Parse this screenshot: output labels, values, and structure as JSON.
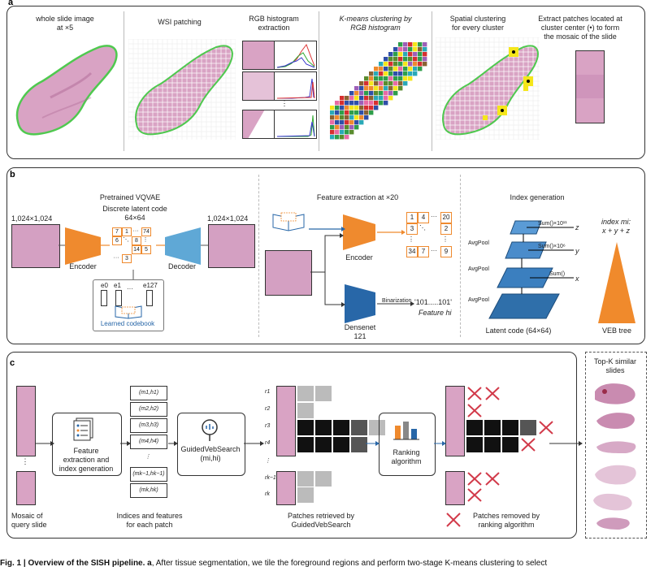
{
  "panels": {
    "a": {
      "label": "a",
      "steps": [
        {
          "title": "whole slide image\nat ×5"
        },
        {
          "title": "WSI patching"
        },
        {
          "title": "RGB histogram\nextraction"
        },
        {
          "title": "K-means clustering by\nRGB histogram"
        },
        {
          "title": "Spatial clustering\nfor every cluster"
        },
        {
          "title": "Extract patches located at\ncluster center (•) to form\nthe mosaic of the slide"
        }
      ],
      "ellipsis": "⋮"
    },
    "b": {
      "label": "b",
      "vqvae_title": "Pretrained VQVAE",
      "input_size": "1,024×1,024",
      "output_size": "1,024×1,024",
      "encoder": "Encoder",
      "decoder": "Decoder",
      "latent_title": "Discrete latent code\n64×64",
      "latent_cells": [
        "7",
        "1",
        "···",
        "74",
        "6",
        "⋱",
        "8",
        "⋮",
        "",
        "",
        "14",
        "5",
        "···",
        "3"
      ],
      "codebook_labels": [
        "e0",
        "e1",
        "···",
        "e127"
      ],
      "codebook_caption": "Learned codebook",
      "feature_title": "Feature extraction at ×20",
      "feature_encoder": "Encoder",
      "densenet": "Densenet\n121",
      "binarization": "Binarization",
      "feature_bits": "'101.....101'",
      "feature_label": "Feature hi",
      "index_cells": [
        "1",
        "4",
        "···",
        "20",
        "3",
        "⋱",
        "",
        "2",
        "⋮",
        "",
        "",
        "⋮",
        "34",
        "7",
        "···",
        "9"
      ],
      "index_title": "Index generation",
      "avgpool": "AvgPool",
      "sums": [
        "Sum()×10¹¹",
        "Sum()×10⁶",
        "Sum()"
      ],
      "axes": [
        "z",
        "y",
        "x"
      ],
      "latent_code": "Latent code (64×64)",
      "index_formula": "index mi:\nx + y + z",
      "veb_tree": "VEB tree"
    },
    "c": {
      "label": "c",
      "mosaic_caption": "Mosaic of\nquery slide",
      "feature_box": "Feature\nextraction and\nindex generation",
      "indices": [
        "(m1,h1)",
        "(m2,h2)",
        "(m3,h3)",
        "(m4,h4)",
        "⋮",
        "(mk−1,hk−1)",
        "(mk,hk)"
      ],
      "indices_caption": "Indices and features\nfor each patch",
      "search_box": "GuidedVebSearch\n(mi,hi)",
      "row_labels": [
        "r1",
        "r2",
        "r3",
        "r4",
        "⋮",
        "rk−1",
        "rk"
      ],
      "retrieved_caption": "Patches retrieved by\nGuidedVebSearch",
      "ranking_box": "Ranking\nalgorithm",
      "removed_caption": "Patches removed by\nranking algorithm",
      "topk": "Top-K similar\nslides"
    }
  },
  "caption": {
    "bold": "Fig. 1 | Overview of the SISH pipeline. a",
    "rest": ", After tissue segmentation, we tile the foreground regions and perform two-stage K-means clustering to select"
  },
  "colors": {
    "encoder": "#ef8a2e",
    "decoder": "#5fa8d6",
    "densenet": "#2867a8",
    "pyramid": "#3b7fbf",
    "veb": "#f08a2c",
    "tissue": "#d9a3c4",
    "accent_orange": "#ef8a2e"
  }
}
